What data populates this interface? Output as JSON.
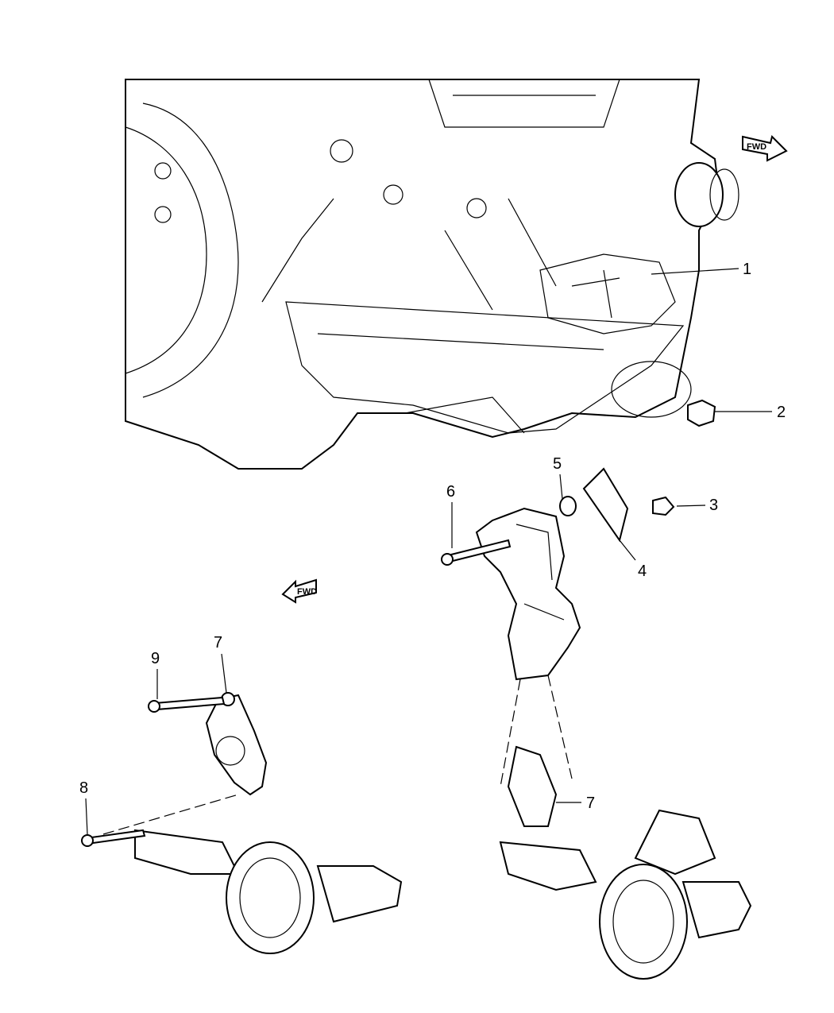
{
  "diagram": {
    "title": "Engine Mount Assembly",
    "direction_indicators": [
      {
        "text": "FWD",
        "direction": "right"
      },
      {
        "text": "FWD",
        "direction": "left"
      }
    ],
    "callouts": [
      "1",
      "2",
      "3",
      "4",
      "5",
      "6",
      "7",
      "7",
      "8",
      "9"
    ]
  }
}
